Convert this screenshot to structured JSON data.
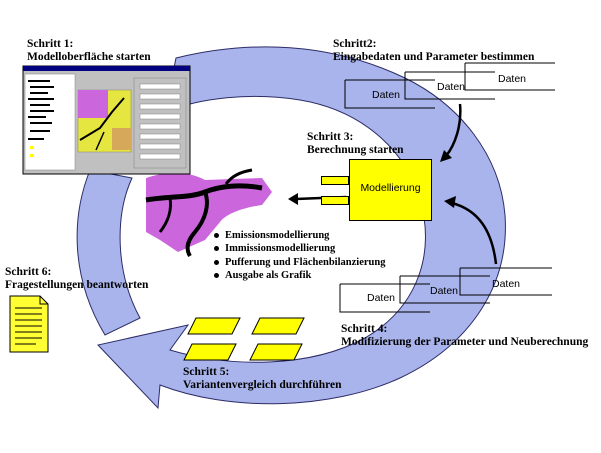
{
  "steps": [
    {
      "title": "Schritt 1:",
      "text": "Modelloberfläche starten"
    },
    {
      "title": "Schritt2:",
      "text": "Eingabedaten und Parameter bestimmen"
    },
    {
      "title": "Schritt 3:",
      "text": "Berechnung starten"
    },
    {
      "title": "Schritt 4:",
      "text": "Modifizierung der Parameter und Neuberechnung"
    },
    {
      "title": "Schritt 5:",
      "text": "Variantenvergleich durchführen"
    },
    {
      "title": "Schritt 6:",
      "text": "Fragestellungen beantworten"
    }
  ],
  "data_label": "Daten",
  "model_label": "Modellierung",
  "results": [
    "Emissionsmodellierung",
    "Immissionsmodellierung",
    "Pufferung und Flächenbilanzierung",
    "Ausgabe als Grafik"
  ],
  "colors": {
    "cycle_arrow": "#a9b4ec",
    "highlight": "#ffff00",
    "map_zone": "#cc66dd",
    "document": "#ffff33"
  }
}
